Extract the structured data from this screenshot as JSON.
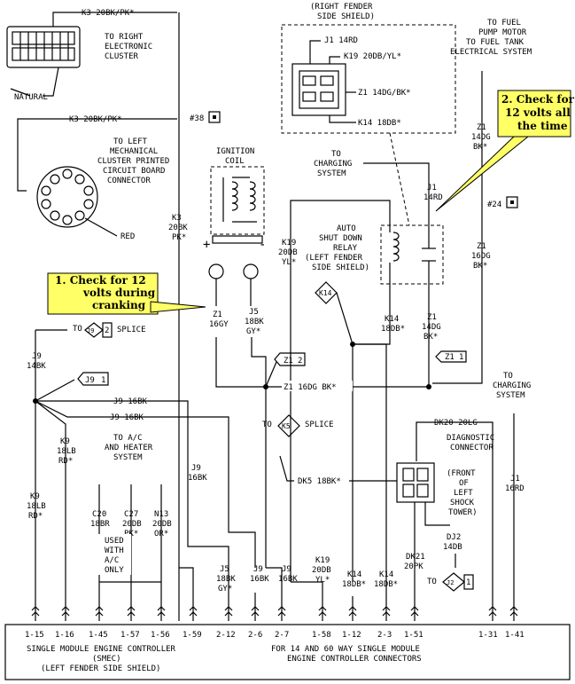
{
  "callouts": {
    "crank_lines": [
      "1.  Check for 12",
      "volts during",
      "cranking"
    ],
    "always_lines": [
      "2.  Check for",
      "12 volts all",
      "the time"
    ]
  },
  "cluster": {
    "wire_top": "K3 20BK/PK*",
    "label_lines": [
      "TO RIGHT",
      "ELECTRONIC",
      "CLUSTER"
    ],
    "natural": "NATURAL",
    "wire_second": "K3 20BK/PK*",
    "connector_lines": [
      "TO LEFT",
      "MECHANICAL",
      "CLUSTER PRINTED",
      "CIRCUIT BOARD",
      "CONNECTOR"
    ],
    "red": "RED",
    "ref": "#38"
  },
  "shield": {
    "title_lines": [
      "(RIGHT FENDER",
      "SIDE SHIELD)"
    ],
    "j1": "J1 14RD",
    "k19": "K19 20DB/YL*",
    "z1": "Z1 14DG/BK*",
    "k14": "K14 18DB*"
  },
  "fuel": {
    "lines": [
      "TO FUEL",
      "PUMP MOTOR",
      "TO FUEL TANK",
      "ELECTRICAL SYSTEM"
    ],
    "z1_lines": [
      "Z1",
      "14DG",
      "BK*"
    ],
    "ref": "#24",
    "z1b_lines": [
      "Z1",
      "16DG",
      "BK*"
    ]
  },
  "ignition": {
    "label_lines": [
      "IGNITION",
      "COIL"
    ],
    "plus": "+",
    "minus": "-",
    "k3_lines": [
      "K3",
      "20BK",
      "PK*"
    ],
    "z1_lines": [
      "Z1",
      "16GY"
    ],
    "j5_lines": [
      "J5",
      "18BK",
      "GY*"
    ]
  },
  "relay": {
    "charging_lines": [
      "TO",
      "CHARGING",
      "SYSTEM"
    ],
    "j1_lines": [
      "J1",
      "14RD"
    ],
    "k19_lines": [
      "K19",
      "20DB",
      "YL*"
    ],
    "asd_lines": [
      "AUTO",
      "SHUT DOWN",
      "RELAY",
      "(LEFT FENDER",
      "SIDE SHIELD)"
    ],
    "k14_diamond": "K14",
    "k14_lines": [
      "K14",
      "18DB*"
    ],
    "z1_lines": [
      "Z1",
      "14DG",
      "BK*"
    ],
    "z1_flag": "Z1",
    "z1_flag_num": "1"
  },
  "splices": {
    "to": "TO",
    "j9": "J9",
    "j9_num": "2",
    "splice": "SPLICE",
    "j9_lines": [
      "J9",
      "14BK"
    ],
    "j9_flag": "J9",
    "j9_flag_num": "1",
    "j9_16bk_a": "J9 16BK",
    "j9_16bk_b": "J9 16BK",
    "z1_flag": "Z1",
    "z1_flag_num": "2",
    "z1_bus": "Z1 16DG BK*",
    "k5_to": "TO",
    "k5": "K5",
    "k5_splice": "SPLICE"
  },
  "right_side": {
    "charging_lines": [
      "TO",
      "CHARGING",
      "SYSTEM"
    ],
    "dk20": "DK20 20LG",
    "diag_lines": [
      "DIAGNOSTIC",
      "CONNECTOR"
    ],
    "front_lines": [
      "(FRONT",
      "OF",
      "LEFT",
      "SHOCK",
      "TOWER)"
    ],
    "dk5": "DK5 18BK*",
    "j1_lines": [
      "J1",
      "16RD"
    ],
    "dj2_lines": [
      "DJ2",
      "14DB"
    ],
    "j2_to": "TO",
    "j2": "J2",
    "j2_num": "1"
  },
  "lower_wires": {
    "k9_lines": [
      "K9",
      "18LB",
      "RD*"
    ],
    "k9b_lines": [
      "K9",
      "18LB",
      "RD*"
    ],
    "ac_lines": [
      "TO A/C",
      "AND HEATER",
      "SYSTEM"
    ],
    "c20_lines": [
      "C20",
      "18BR"
    ],
    "c27_lines": [
      "C27",
      "20DB",
      "PK*"
    ],
    "n13_lines": [
      "N13",
      "20DB",
      "OR*"
    ],
    "used_lines": [
      "USED",
      "WITH",
      "A/C",
      "ONLY"
    ],
    "j9_16bk_lines": [
      "J9",
      "16BK"
    ],
    "j5b_lines": [
      "J5",
      "18BK",
      "GY*"
    ],
    "j9b_lines": [
      "J9",
      "16BK"
    ],
    "j9c_lines": [
      "J9",
      "16BK"
    ],
    "k19b_lines": [
      "K19",
      "20DB",
      "YL*"
    ],
    "k14b_lines": [
      "K14",
      "18DB*"
    ],
    "k14c_lines": [
      "K14",
      "18DB*"
    ],
    "dk21_lines": [
      "DK21",
      "20PK"
    ]
  },
  "pins": [
    "1-15",
    "1-16",
    "1-45",
    "1-57",
    "1-56",
    "1-59",
    "2-12",
    "2-6",
    "2-7",
    "1-58",
    "1-12",
    "2-3",
    "1-51",
    "1-31",
    "1-41"
  ],
  "controller": {
    "left_lines": [
      "SINGLE MODULE ENGINE CONTROLLER",
      "(SMEC)",
      "(LEFT FENDER SIDE SHIELD)"
    ],
    "right_lines": [
      "FOR 14 AND 60 WAY SINGLE MODULE",
      "ENGINE CONTROLLER CONNECTORS"
    ]
  }
}
